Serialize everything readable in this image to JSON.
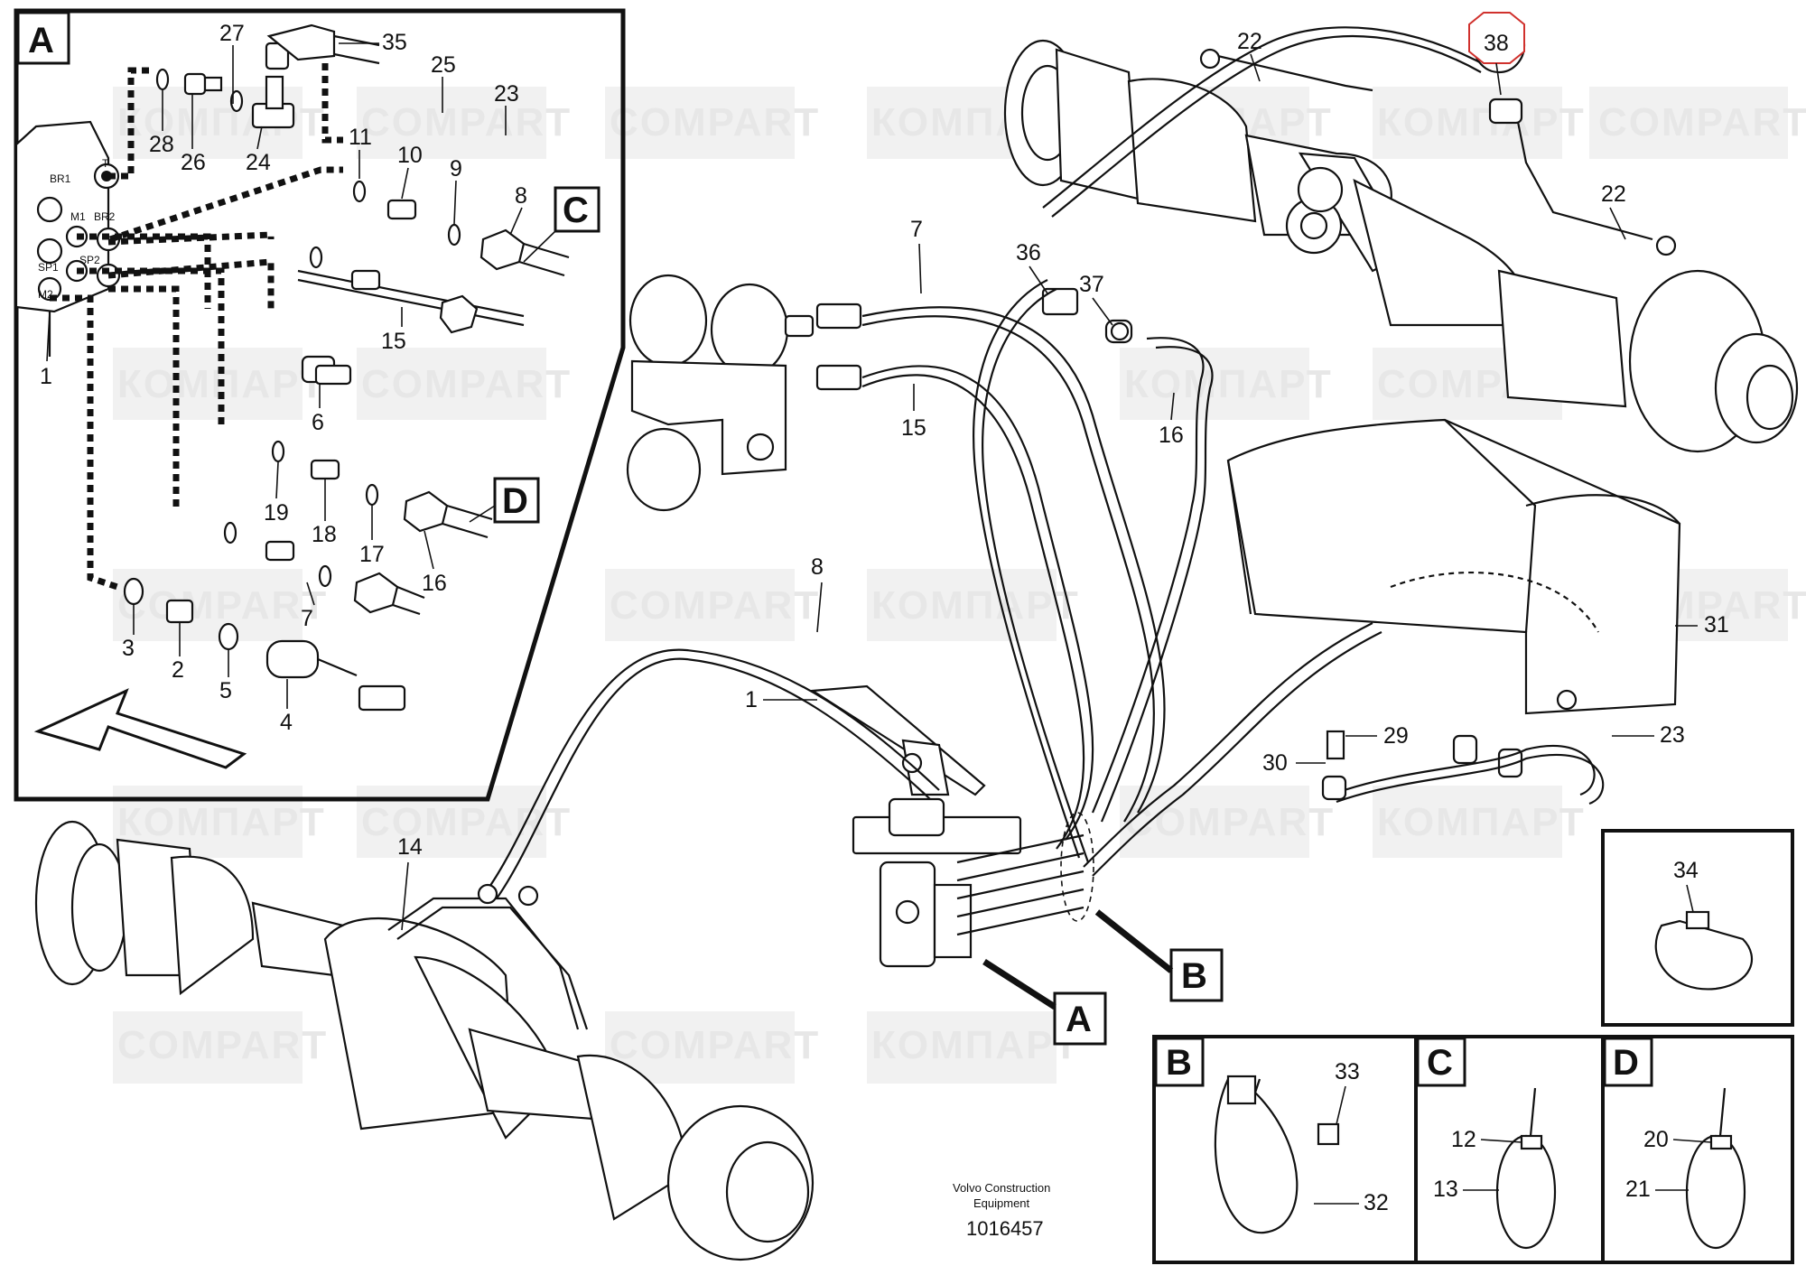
{
  "watermark": {
    "brand_en": "COMPART",
    "brand_ru": "КОМПАРТ"
  },
  "footer": {
    "maker_line1": "Volvo Construction",
    "maker_line2": "Equipment",
    "figure_number": "1016457"
  },
  "detail_boxes": {
    "A": "A",
    "B": "B",
    "C": "C",
    "D": "D"
  },
  "ports": {
    "t": "T",
    "br1": "BR1",
    "m1": "M1",
    "br2": "BR2",
    "sp1": "SP1",
    "sp2": "SP2",
    "m2": "M2"
  },
  "callouts": {
    "a27": "27",
    "a35": "35",
    "a25": "25",
    "a23": "23",
    "a28": "28",
    "a26": "26",
    "a24": "24",
    "a11": "11",
    "a10": "10",
    "a9": "9",
    "a8": "8",
    "a15": "15",
    "a1": "1",
    "a6": "6",
    "a19": "19",
    "a18": "18",
    "a17": "17",
    "a16": "16",
    "a7": "7",
    "a3": "3",
    "a2": "2",
    "a5": "5",
    "a4": "4",
    "m22a": "22",
    "m38": "38",
    "m22b": "22",
    "m36": "36",
    "m37": "37",
    "m7": "7",
    "m15": "15",
    "m16": "16",
    "m31": "31",
    "m8": "8",
    "m1": "1",
    "m29": "29",
    "m30": "30",
    "m23": "23",
    "m14": "14",
    "m34": "34",
    "m33": "33",
    "m32": "32",
    "m12": "12",
    "m13": "13",
    "m20": "20",
    "m21": "21"
  },
  "highlight_color": "#d0312d"
}
